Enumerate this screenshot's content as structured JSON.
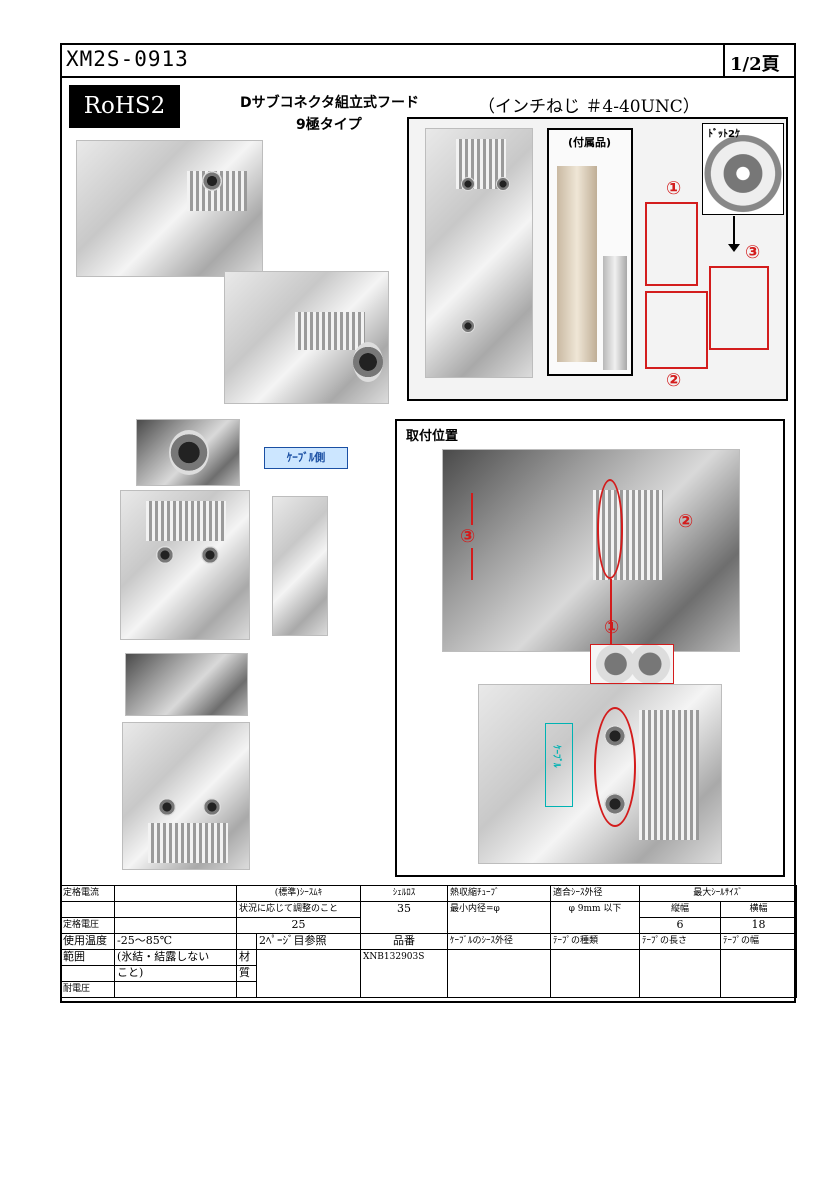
{
  "header": {
    "part_number": "XM2S-0913",
    "page": "1/2頁"
  },
  "rohs": "RoHS2",
  "heading": {
    "line1": "Dサブコネクタ組立式フード",
    "thread": "（インチねじ ＃4-40UNC）",
    "line2": "9極タイプ"
  },
  "accessories": {
    "title": "(付属品)",
    "dot_label": "ﾄﾞｯﾄ2ｹ",
    "callouts": [
      "①",
      "②",
      "③"
    ]
  },
  "cable_side_label": "ｹｰﾌﾞﾙ側",
  "mounting": {
    "title": "取付位置",
    "callouts": [
      "①",
      "②",
      "③"
    ],
    "vertical_label": "ｹｰﾌﾞﾙ"
  },
  "spec_table": {
    "rated_current_label": "定格電流",
    "rated_voltage_label": "定格電圧",
    "temp_label_1": "使用温度",
    "temp_label_2": "範囲",
    "temp_value_1": "-25～85℃",
    "temp_value_2": "(氷結・結露しない",
    "temp_value_3": "こと)",
    "withstand_label": "耐電圧",
    "material_label_1": "材",
    "material_label_2": "質",
    "material_value": "2ﾍﾟｰｼﾞ目参照",
    "sheath_header": "(標準)ｼｰｽﾑｷ",
    "sheath_note": "状況に応じて調整のこと",
    "sheath_value": "25",
    "shell_loss_header": "ｼｪﾙﾛｽ",
    "shell_loss_value": "35",
    "heat_tube_header": "熱収縮ﾁｭｰﾌﾞ",
    "heat_tube_value": "最小内径=φ",
    "sheath_od_header": "適合ｼｰｽ外径",
    "sheath_od_value": "φ 9mm 以下",
    "max_seal_header": "最大ｼｰﾙｻｲｽﾞ",
    "seal_v_header": "縦幅",
    "seal_v_value": "6",
    "seal_h_header": "横幅",
    "seal_h_value": "18",
    "part_no_header": "品番",
    "part_no_value": "XNB132903S",
    "cable_od_header": "ｹｰﾌﾞﾙのｼｰｽ外径",
    "tape_type_header": "ﾃｰﾌﾟの種類",
    "tape_len_header": "ﾃｰﾌﾟの長さ",
    "tape_width_header": "ﾃｰﾌﾟの幅"
  },
  "colors": {
    "callout_red": "#d31c1c",
    "label_blue": "#1a4fa3",
    "label_bg": "#cce6ff"
  }
}
